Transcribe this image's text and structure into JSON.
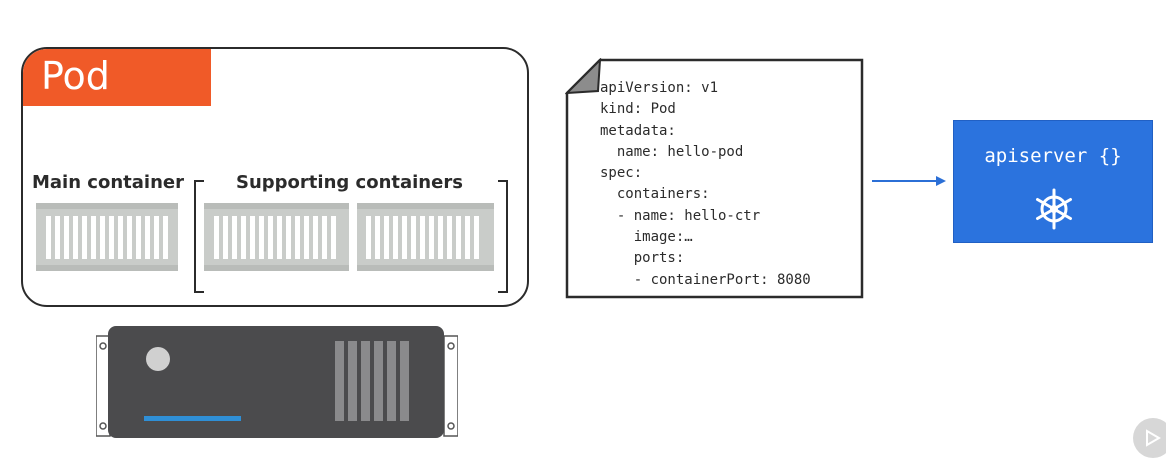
{
  "pod": {
    "title": "Pod",
    "main_container_label": "Main container",
    "supporting_containers_label": "Supporting containers"
  },
  "manifest": {
    "lines": [
      "apiVersion: v1",
      "kind: Pod",
      "metadata:",
      "  name: hello-pod",
      "spec:",
      "  containers:",
      "  - name: hello-ctr",
      "    image:…",
      "    ports:",
      "    - containerPort: 8080"
    ]
  },
  "apiserver": {
    "label": "apiserver {}",
    "icon": "kubernetes-helm-icon"
  },
  "colors": {
    "pod_tab": "#f05a28",
    "apiserver": "#2b73de",
    "arrow": "#2b6fd6",
    "container": "#c9ccc9",
    "server": "#4b4b4d"
  }
}
